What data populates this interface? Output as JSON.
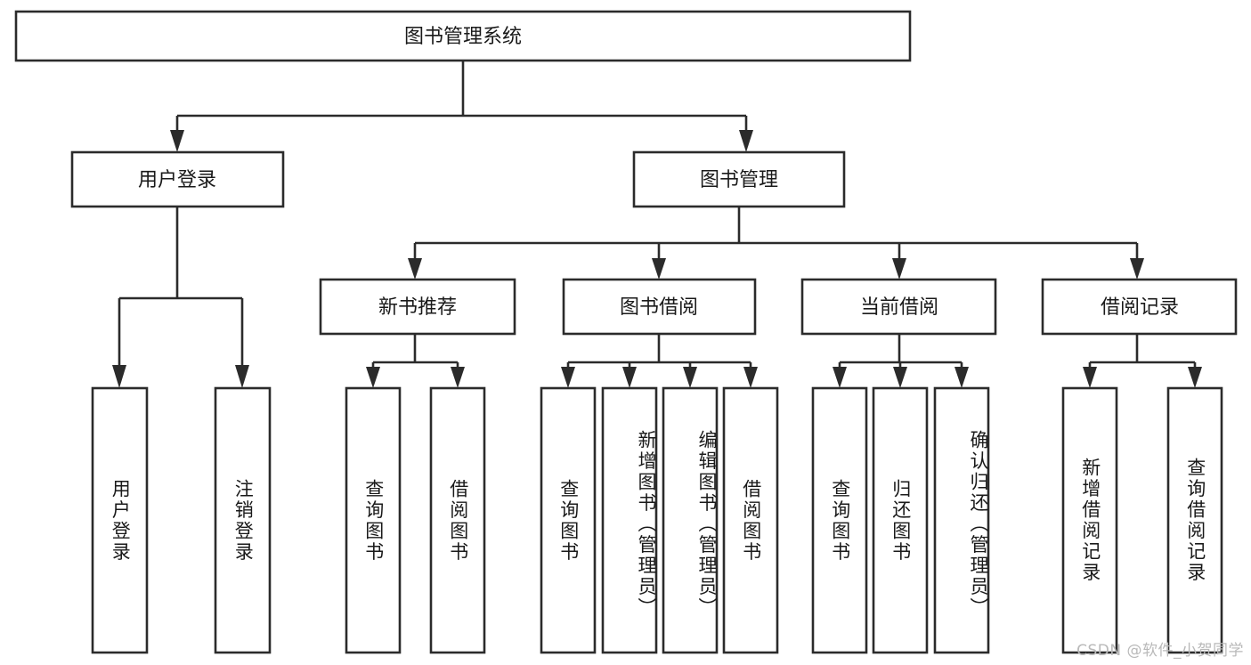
{
  "diagram": {
    "title": "图书管理系统",
    "type": "tree",
    "orientation": "top-down",
    "colors": {
      "stroke": "#2b2b2b",
      "fill": "#ffffff",
      "text": "#1a1a1a",
      "background": "#ffffff",
      "watermark": "#b9b9b9"
    },
    "levels": {
      "root_label": "图书管理系统",
      "level2_labels": [
        "用户登录",
        "图书管理"
      ],
      "level3_labels": [
        "新书推荐",
        "图书借阅",
        "当前借阅",
        "借阅记录"
      ]
    },
    "nodes": {
      "root": {
        "id": "root",
        "label": "图书管理系统",
        "orientation": "horizontal"
      },
      "user_login": {
        "id": "user-login",
        "label": "用户登录",
        "orientation": "horizontal"
      },
      "book_manage": {
        "id": "book-manage",
        "label": "图书管理",
        "orientation": "horizontal"
      },
      "new_book_rec": {
        "id": "new-book-recommend",
        "label": "新书推荐",
        "orientation": "horizontal"
      },
      "book_borrow": {
        "id": "book-borrow",
        "label": "图书借阅",
        "orientation": "horizontal"
      },
      "current_borrow": {
        "id": "current-borrow",
        "label": "当前借阅",
        "orientation": "horizontal"
      },
      "borrow_record": {
        "id": "borrow-record",
        "label": "借阅记录",
        "orientation": "horizontal"
      },
      "leaf_user_login": {
        "id": "leaf-user-login",
        "label": "用户登录",
        "orientation": "vertical"
      },
      "leaf_logout": {
        "id": "leaf-logout",
        "label": "注销登录",
        "orientation": "vertical"
      },
      "leaf_query_book_a": {
        "id": "leaf-query-book-a",
        "label": "查询图书",
        "orientation": "vertical"
      },
      "leaf_borrow_book_a": {
        "id": "leaf-borrow-book-a",
        "label": "借阅图书",
        "orientation": "vertical"
      },
      "leaf_query_book_b": {
        "id": "leaf-query-book-b",
        "label": "查询图书",
        "orientation": "vertical"
      },
      "leaf_add_book": {
        "id": "leaf-add-book",
        "label": "新增图书（管理员）",
        "orientation": "vertical"
      },
      "leaf_edit_book": {
        "id": "leaf-edit-book",
        "label": "编辑图书（管理员）",
        "orientation": "vertical"
      },
      "leaf_borrow_book_b": {
        "id": "leaf-borrow-book-b",
        "label": "借阅图书",
        "orientation": "vertical"
      },
      "leaf_query_book_c": {
        "id": "leaf-query-book-c",
        "label": "查询图书",
        "orientation": "vertical"
      },
      "leaf_return_book": {
        "id": "leaf-return-book",
        "label": "归还图书",
        "orientation": "vertical"
      },
      "leaf_confirm_return": {
        "id": "leaf-confirm-return",
        "label": "确认归还（管理员）",
        "orientation": "vertical"
      },
      "leaf_add_record": {
        "id": "leaf-add-borrow-record",
        "label": "新增借阅记录",
        "orientation": "vertical"
      },
      "leaf_query_record": {
        "id": "leaf-query-borrow-record",
        "label": "查询借阅记录",
        "orientation": "vertical"
      }
    },
    "edges": [
      {
        "from": "图书管理系统",
        "to": "用户登录"
      },
      {
        "from": "图书管理系统",
        "to": "图书管理"
      },
      {
        "from": "图书管理",
        "to": "新书推荐"
      },
      {
        "from": "图书管理",
        "to": "图书借阅"
      },
      {
        "from": "图书管理",
        "to": "当前借阅"
      },
      {
        "from": "图书管理",
        "to": "借阅记录"
      },
      {
        "from": "用户登录",
        "to": "用户登录"
      },
      {
        "from": "用户登录",
        "to": "注销登录"
      },
      {
        "from": "新书推荐",
        "to": "查询图书"
      },
      {
        "from": "新书推荐",
        "to": "借阅图书"
      },
      {
        "from": "图书借阅",
        "to": "查询图书"
      },
      {
        "from": "图书借阅",
        "to": "新增图书（管理员）"
      },
      {
        "from": "图书借阅",
        "to": "编辑图书（管理员）"
      },
      {
        "from": "图书借阅",
        "to": "借阅图书"
      },
      {
        "from": "当前借阅",
        "to": "查询图书"
      },
      {
        "from": "当前借阅",
        "to": "归还图书"
      },
      {
        "from": "当前借阅",
        "to": "确认归还（管理员）"
      },
      {
        "from": "借阅记录",
        "to": "新增借阅记录"
      },
      {
        "from": "借阅记录",
        "to": "查询借阅记录"
      }
    ]
  },
  "watermark": {
    "text": "CSDN @软件_小贺同学"
  }
}
